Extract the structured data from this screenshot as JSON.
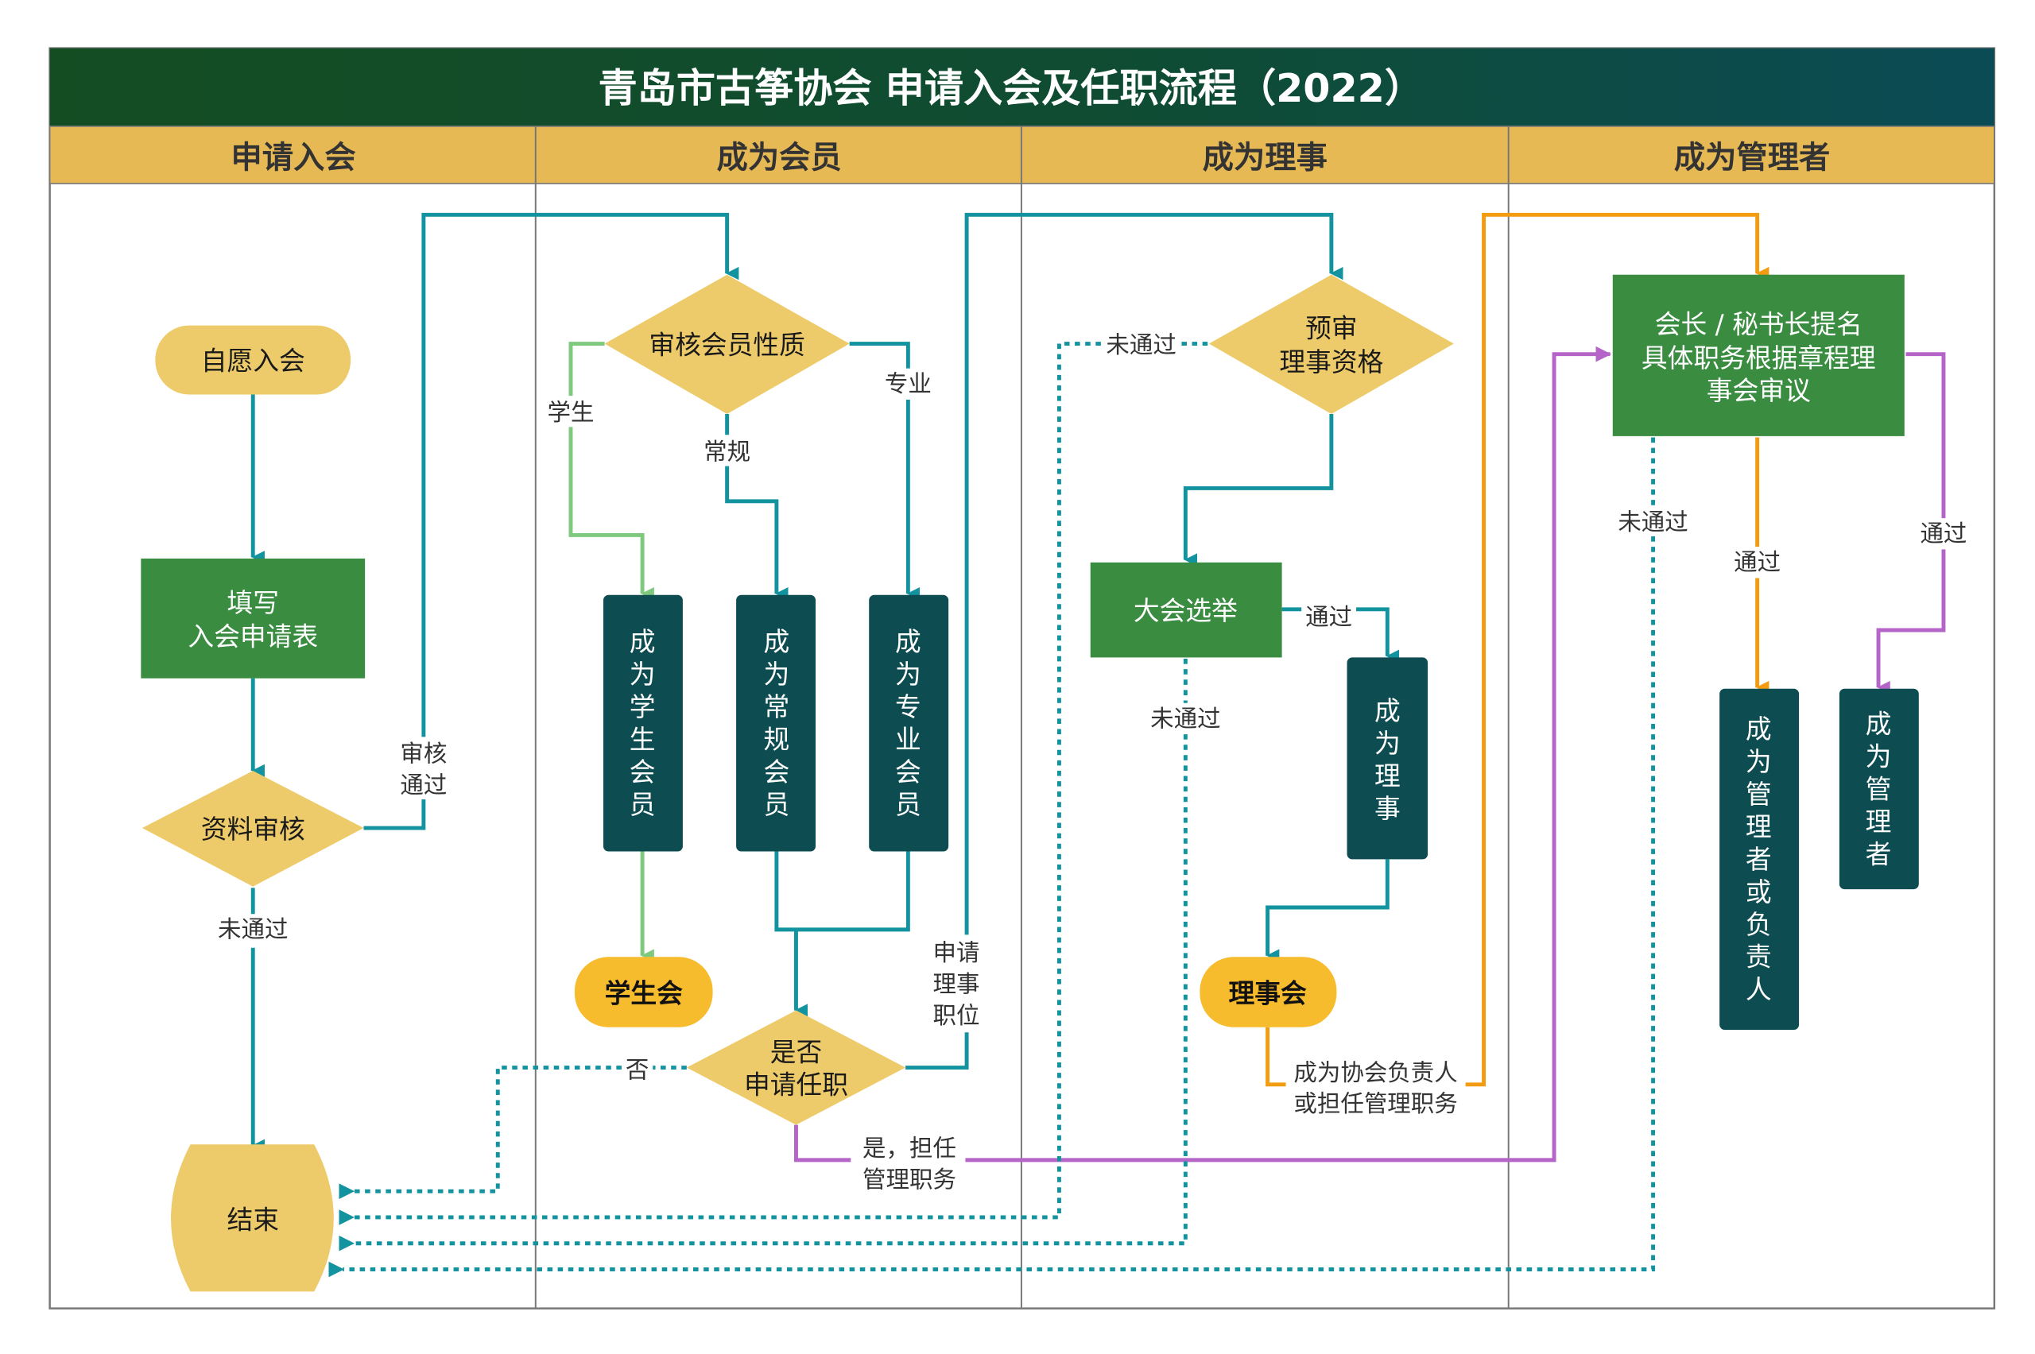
{
  "title": "青岛市古筝协会 申请入会及任职流程（2022）",
  "colors": {
    "title_bg_start": "#144d22",
    "title_bg_end": "#0b4b55",
    "lane_header_bg": "#e6b955",
    "process_green": "#3a8d40",
    "decision_yellow": "#eecb6a",
    "terminal_yellow": "#eecb6a",
    "terminal_gold": "#f7bc2e",
    "result_dark": "#0d4d52",
    "flow_teal": "#12939f",
    "flow_green": "#7fc97f",
    "flow_orange": "#f39c12",
    "flow_purple": "#b565c8"
  },
  "lanes": [
    {
      "label": "申请入会"
    },
    {
      "label": "成为会员"
    },
    {
      "label": "成为理事"
    },
    {
      "label": "成为管理者"
    }
  ],
  "nodes": {
    "voluntary": {
      "label": "自愿入会"
    },
    "fill_form": {
      "line1": "填写",
      "line2": "入会申请表"
    },
    "review_docs": {
      "label": "资料审核"
    },
    "end": {
      "label": "结束"
    },
    "member_type": {
      "label": "审核会员性质"
    },
    "student_member": {
      "label": "成为学生会员"
    },
    "regular_member": {
      "label": "成为常规会员"
    },
    "pro_member": {
      "label": "成为专业会员"
    },
    "student_union": {
      "label": "学生会"
    },
    "apply_position": {
      "line1": "是否",
      "line2": "申请任职"
    },
    "prereview": {
      "line1": "预审",
      "line2": "理事资格"
    },
    "election": {
      "label": "大会选举"
    },
    "become_director": {
      "label": "成为理事"
    },
    "board": {
      "label": "理事会"
    },
    "nomination": {
      "line1": "会长 / 秘书长提名",
      "line2": "具体职务根据章程理",
      "line3": "事会审议"
    },
    "become_manager_or_lead": {
      "label": "成为管理者或负责人"
    },
    "become_manager": {
      "label": "成为管理者"
    }
  },
  "edge_labels": {
    "review_pass": {
      "line1": "审核",
      "line2": "通过"
    },
    "review_fail": "未通过",
    "student": "学生",
    "regular": "常规",
    "pro": "专业",
    "apply_director": {
      "line1": "申请",
      "line2": "理事",
      "line3": "职位"
    },
    "no": "否",
    "yes_manage": {
      "line1": "是，担任",
      "line2": "管理职务"
    },
    "prereview_fail": "未通过",
    "election_pass": "通过",
    "election_fail": "未通过",
    "board_lead": {
      "line1": "成为协会负责人",
      "line2": "或担任管理职务"
    },
    "nomination_fail": "未通过",
    "nomination_pass": "通过",
    "nomination_pass_right": "通过"
  }
}
